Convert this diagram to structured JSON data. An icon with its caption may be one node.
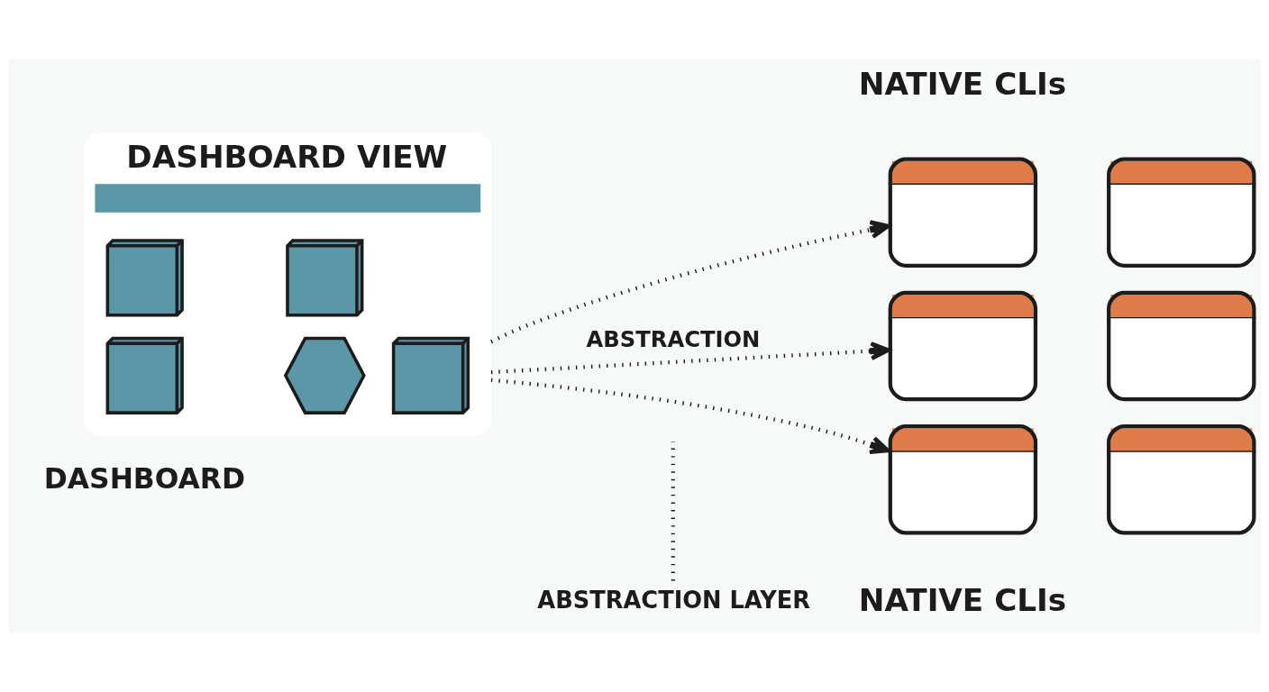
{
  "diagram": {
    "nodes": [
      {
        "text": [
          "DASHBOARD VIEW"
        ],
        "beside": [
          "DASHBOARD"
        ]
      },
      {
        "text": [],
        "shape": "cube",
        "in": 0
      },
      {
        "text": [],
        "shape": "cube",
        "in": 0
      },
      {
        "text": [],
        "shape": "cube",
        "in": 0
      },
      {
        "text": [],
        "shape": "hexagon",
        "in": 0
      },
      {
        "text": [],
        "shape": "cube",
        "in": 0
      },
      {
        "text": [],
        "shape": "box"
      },
      {
        "text": [],
        "shape": "box"
      },
      {
        "text": [],
        "shape": "box"
      },
      {
        "text": [],
        "shape": "box"
      },
      {
        "text": [],
        "shape": "box"
      },
      {
        "text": [],
        "shape": "box"
      },
      {
        "text": [
          "ABSTRACTION LAYER"
        ]
      }
    ],
    "edges": [
      {
        "from": 0,
        "to": 6,
        "arrow": "to",
        "style": "dashed"
      },
      {
        "from": 0,
        "to": 8,
        "arrow": "to",
        "label": "ABSTRACTION",
        "style": "dashed"
      },
      {
        "from": 0,
        "to": 10,
        "arrow": "to",
        "style": "dashed"
      },
      {
        "from": 12,
        "to": null,
        "arrow": "none",
        "style": "dashed"
      }
    ],
    "labels": [
      "NATIVE CLIs",
      "NATIVE CLIs"
    ]
  }
}
